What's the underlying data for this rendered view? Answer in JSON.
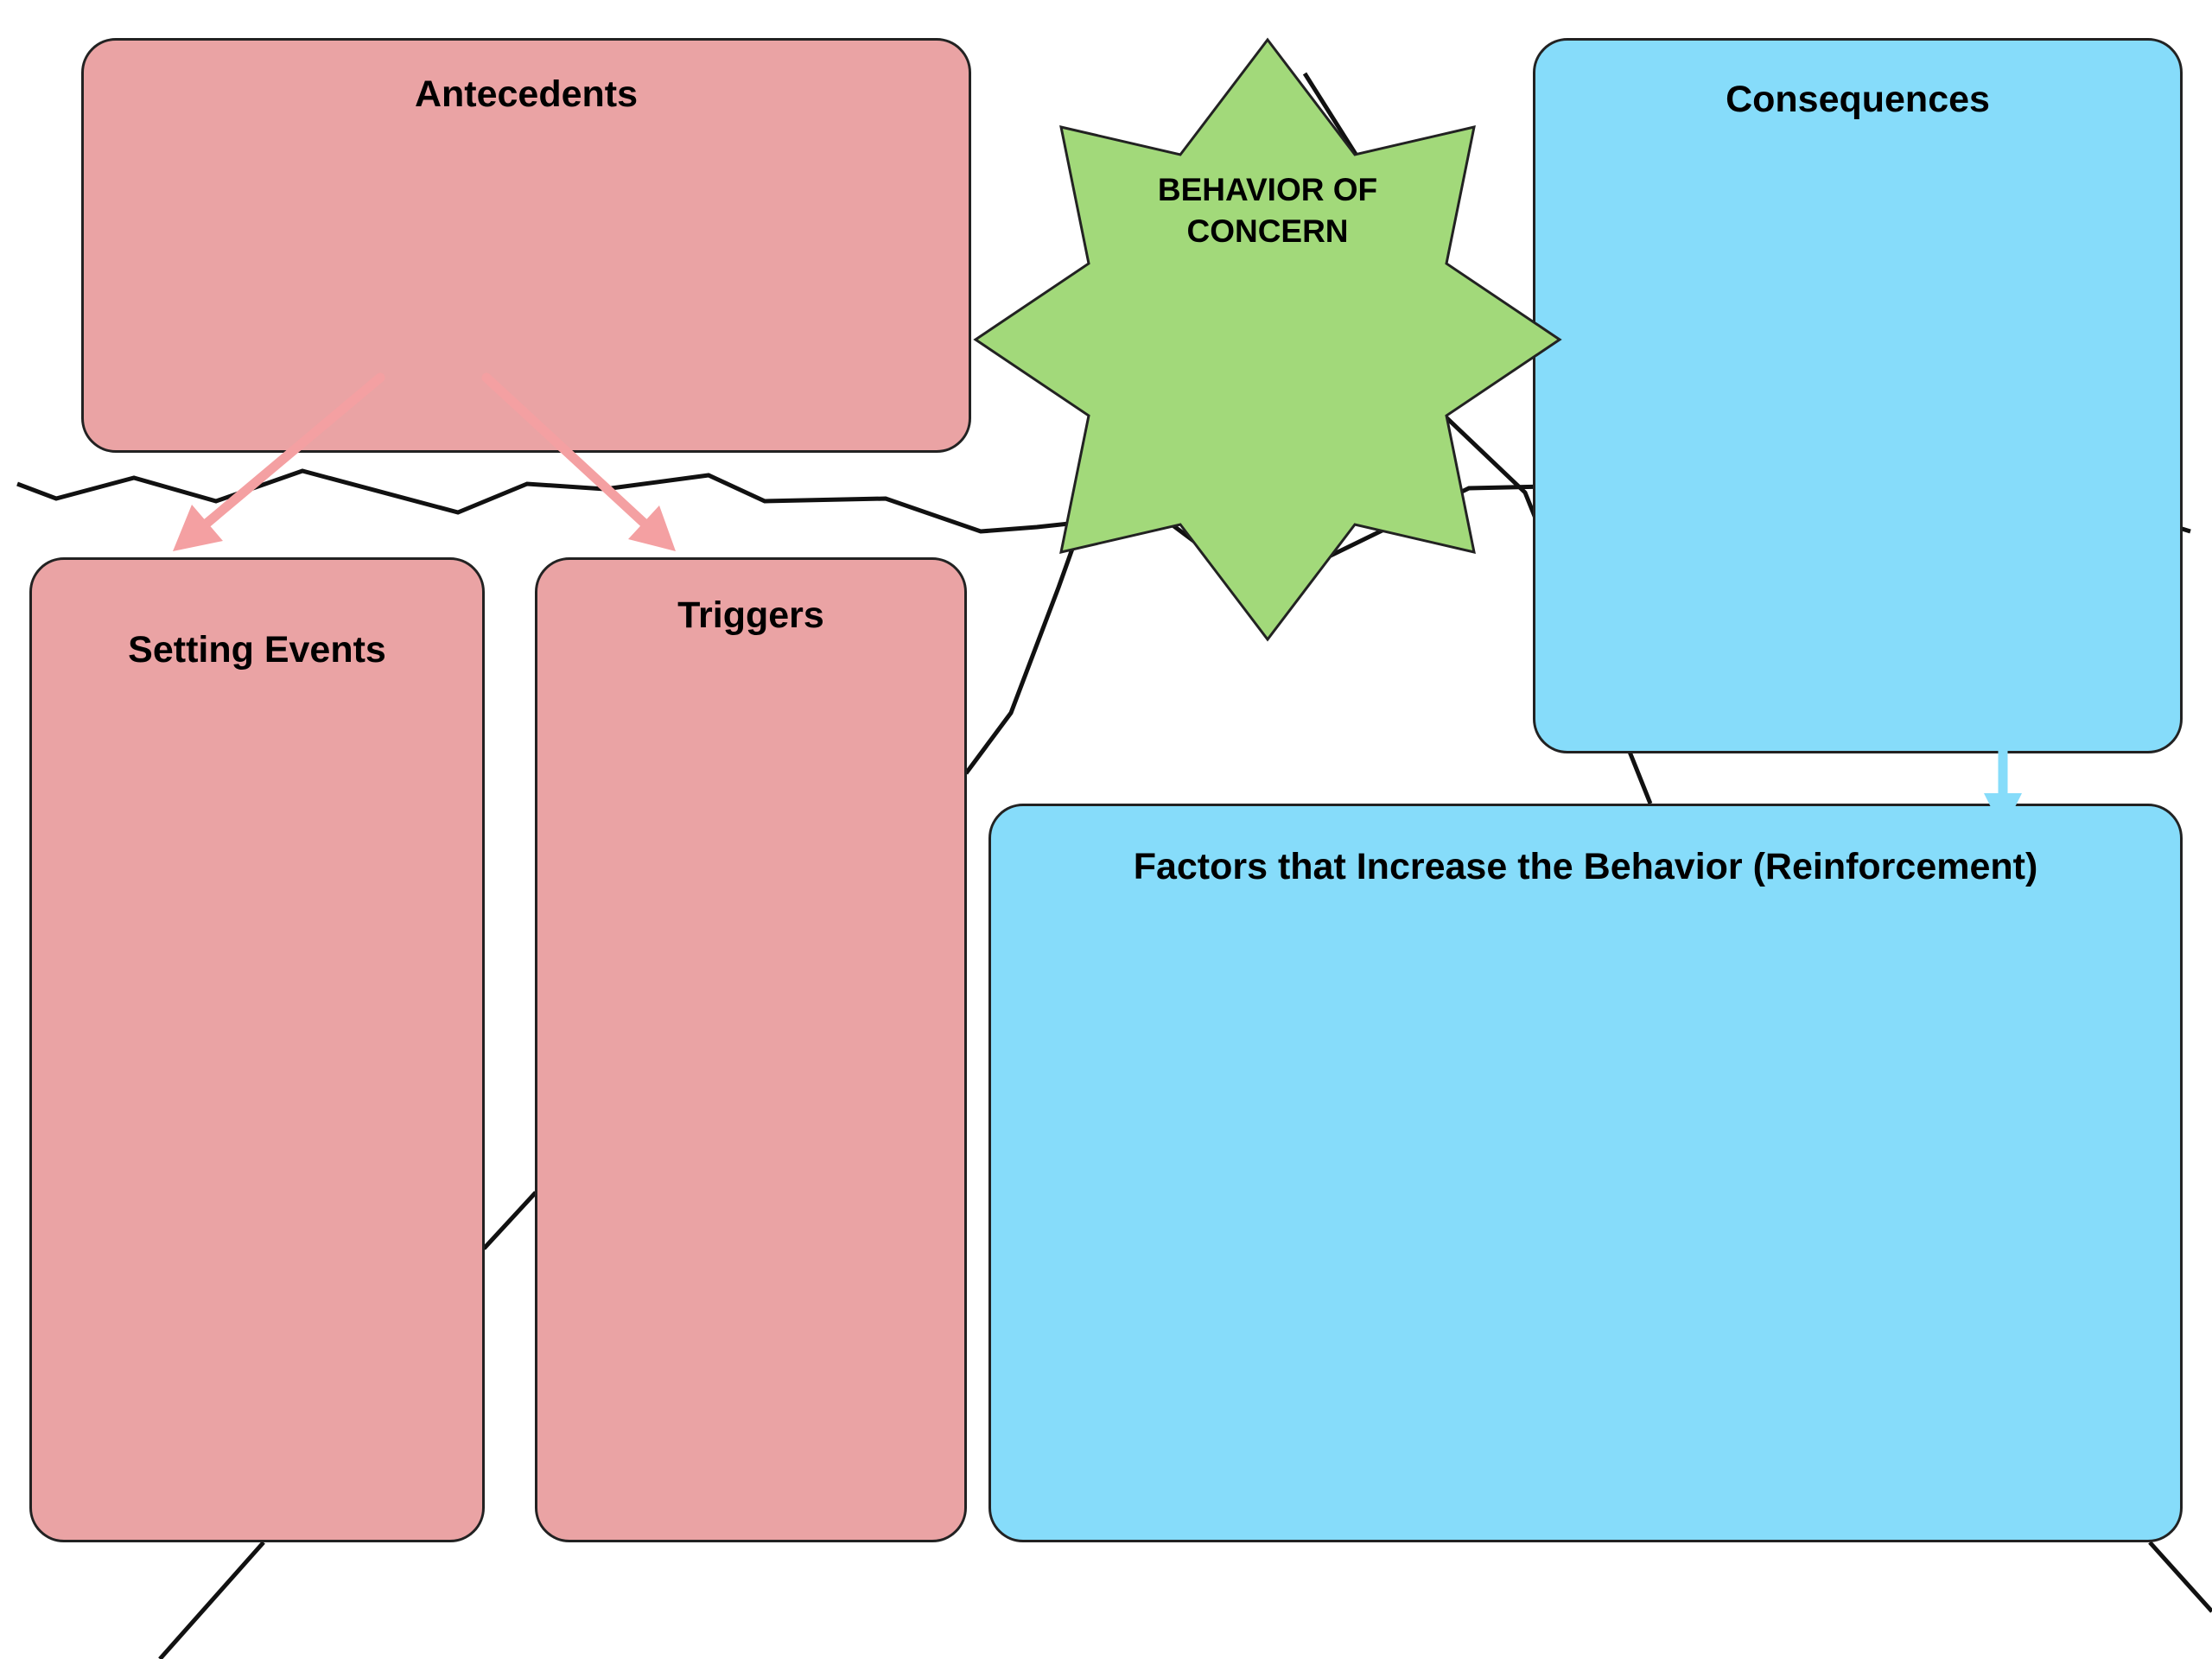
{
  "diagram": {
    "antecedents": {
      "label": "Antecedents",
      "color": "#eaa3a4"
    },
    "setting_events": {
      "label": "Setting Events",
      "color": "#eaa3a4"
    },
    "triggers": {
      "label": "Triggers",
      "color": "#eaa3a4"
    },
    "behavior": {
      "line1": "BEHAVIOR OF",
      "line2": "CONCERN",
      "color": "#a2d97a"
    },
    "consequences": {
      "label": "Consequences",
      "color": "#86dcfa"
    },
    "reinforcement": {
      "label": "Factors that Increase the Behavior (Reinforcement)",
      "color": "#86dcfa"
    },
    "arrow_color_pink": "#f4a0a2",
    "arrow_color_blue": "#86dcfa",
    "outline_color": "#222222"
  }
}
